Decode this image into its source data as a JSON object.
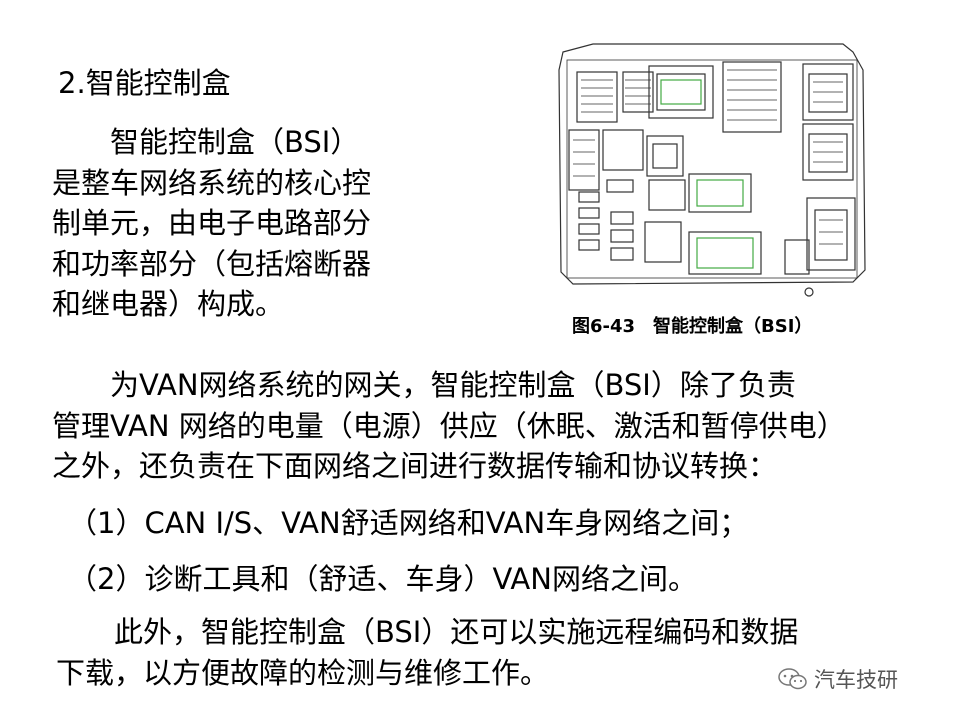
{
  "heading": "2.智能控制盒",
  "intro_lines": [
    "　　智能控制盒（BSI）",
    "是整车网络系统的核心控",
    "制单元，由电子电路部分",
    "和功率部分（包括熔断器",
    "和继电器）构成。"
  ],
  "figure": {
    "caption": "图6-43　智能控制盒（BSI）"
  },
  "gateway_lines": [
    "　　为VAN网络系统的网关，智能控制盒（BSI）除了负责",
    "管理VAN 网络的电量（电源）供应（休眠、激活和暂停供电）",
    "之外，还负责在下面网络之间进行数据传输和协议转换："
  ],
  "list_items": [
    "（1）CAN I/S、VAN舒适网络和VAN车身网络之间；",
    "（2）诊断工具和（舒适、车身）VAN网络之间。"
  ],
  "closing_lines": [
    "　　此外，智能控制盒（BSI）还可以实施远程编码和数据",
    "下载，以方便故障的检测与维修工作。"
  ],
  "watermark": {
    "icon": "wechat-icon",
    "text": "汽车技研"
  }
}
